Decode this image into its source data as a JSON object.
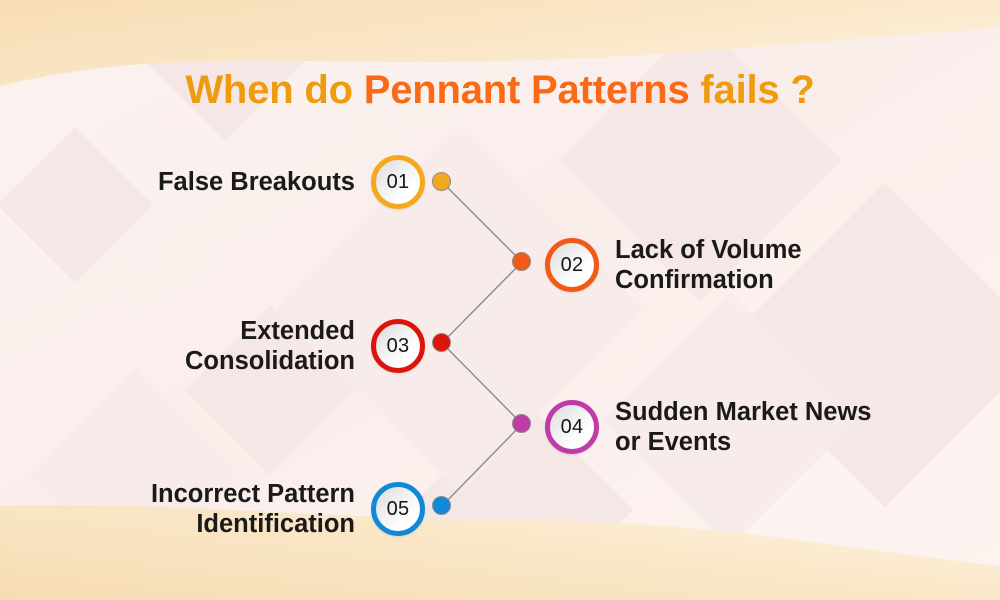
{
  "title": {
    "part1": "When do ",
    "part2": "Pennant Patterns",
    "part3": " fails ?",
    "color_light": "#ED9B0F",
    "color_bold": "#F96A18"
  },
  "background": {
    "base": "#FAF0ED",
    "wave": "#F6DDB7",
    "pattern": "#F3E4E2"
  },
  "connector": {
    "line_color": "#8C8C8C",
    "dot_border": "#8C8C8C"
  },
  "items": [
    {
      "number": "01",
      "label": "False Breakouts",
      "color": "#F5A81C",
      "side": "left"
    },
    {
      "number": "02",
      "label": "Lack of Volume\nConfirmation",
      "color": "#F05A16",
      "side": "right"
    },
    {
      "number": "03",
      "label": "Extended\nConsolidation",
      "color": "#DC1409",
      "side": "left"
    },
    {
      "number": "04",
      "label": "Sudden Market News\nor Events",
      "color": "#BE3CA8",
      "side": "right"
    },
    {
      "number": "05",
      "label": "Incorrect Pattern\nIdentification",
      "color": "#1089D8",
      "side": "left"
    }
  ]
}
